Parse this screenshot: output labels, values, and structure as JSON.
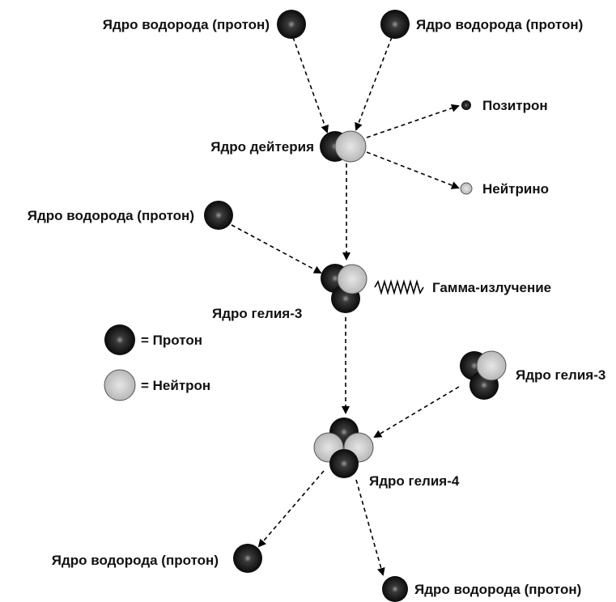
{
  "colors": {
    "proton": "#1a1a1a",
    "neutron": "#c8c8c8",
    "arrow": "#000000",
    "background": "#ffffff"
  },
  "labels": {
    "hydrogen_top_left": "Ядро водорода (протон)",
    "hydrogen_top_right": "Ядро водорода (протон)",
    "deuterium": "Ядро дейтерия",
    "positron": "Позитрон",
    "neutrino": "Нейтрино",
    "hydrogen_middle": "Ядро водорода (протон)",
    "gamma": "Гамма-излучение",
    "helium3_left": "Ядро гелия-3",
    "helium3_right": "Ядро гелия-3",
    "helium4": "Ядро гелия-4",
    "hydrogen_bottom_left": "Ядро водорода (протон)",
    "hydrogen_bottom_right": "Ядро водорода (протон)"
  },
  "legend": {
    "proton_label": "= Протон",
    "neutron_label": "= Нейтрон"
  }
}
